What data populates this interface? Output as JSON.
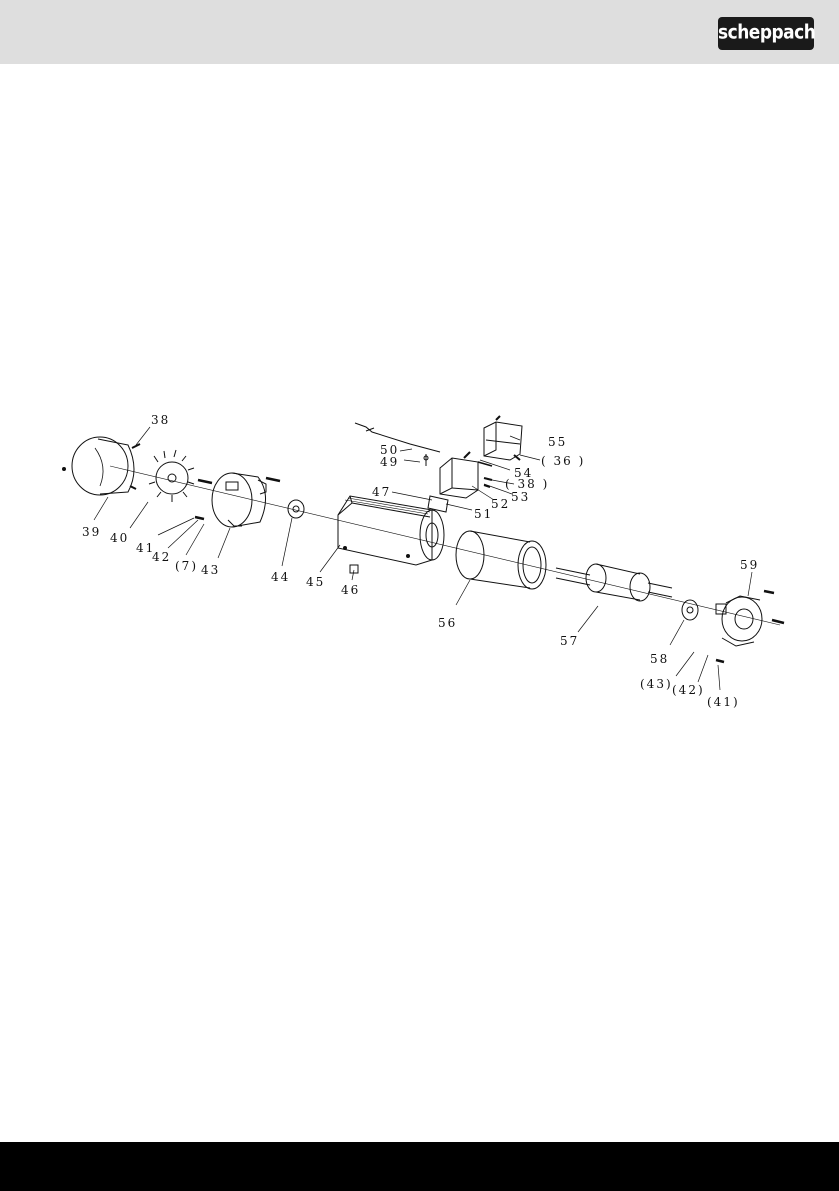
{
  "brand": {
    "logo_text": "scheppach"
  },
  "parts": [
    {
      "label": "38"
    },
    {
      "label": "39"
    },
    {
      "label": "40"
    },
    {
      "label": "41"
    },
    {
      "label": "42"
    },
    {
      "label": "(7)"
    },
    {
      "label": "43"
    },
    {
      "label": "44"
    },
    {
      "label": "45"
    },
    {
      "label": "46"
    },
    {
      "label": "47"
    },
    {
      "label": "50"
    },
    {
      "label": "49"
    },
    {
      "label": "51"
    },
    {
      "label": "52"
    },
    {
      "label": "53"
    },
    {
      "label": "( 38 )"
    },
    {
      "label": "54"
    },
    {
      "label": "( 36 )"
    },
    {
      "label": "55"
    },
    {
      "label": "56"
    },
    {
      "label": "57"
    },
    {
      "label": "58"
    },
    {
      "label": "59"
    },
    {
      "label": "(43)"
    },
    {
      "label": "(42)"
    },
    {
      "label": "(41)"
    }
  ]
}
